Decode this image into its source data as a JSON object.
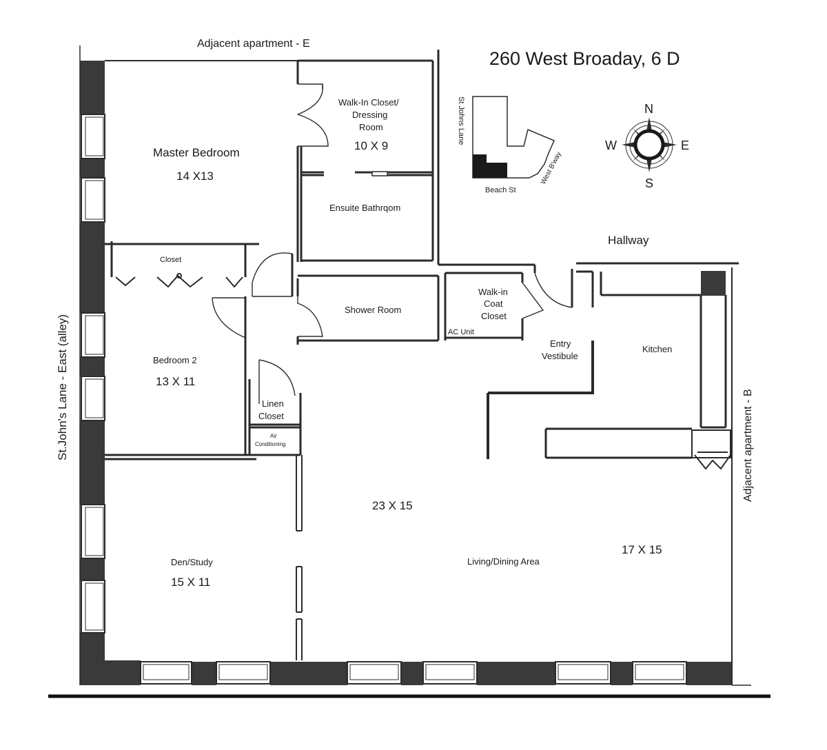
{
  "title": "260 West Broaday, 6 D",
  "adjacent": {
    "north": "Adjacent apartment - E",
    "east": "Adjacent apartment - B"
  },
  "street_west": "St.John's Lane - East (alley)",
  "hallway": "Hallway",
  "compass": {
    "n": "N",
    "s": "S",
    "e": "E",
    "w": "W"
  },
  "key_map": {
    "street_left": "St Johns Lane",
    "street_bottom": "Beach St",
    "street_right": "West B'way"
  },
  "rooms": {
    "master_bedroom": {
      "name": "Master Bedroom",
      "size": "14 X13"
    },
    "walk_in_closet": {
      "line1": "Walk-In Closet/",
      "line2": "Dressing",
      "line3": "Room",
      "size": "10 X 9"
    },
    "ensuite_bathroom": {
      "name": "Ensuite Bathrqom"
    },
    "closet": {
      "name": "Closet"
    },
    "shower_room": {
      "name": "Shower Room"
    },
    "coat_closet": {
      "line1": "Walk-in",
      "line2": "Coat",
      "line3": "Closet"
    },
    "ac_unit": {
      "name": "AC Unit"
    },
    "entry_vestibule": {
      "line1": "Entry",
      "line2": "Vestibule"
    },
    "kitchen": {
      "name": "Kitchen"
    },
    "bedroom2": {
      "name": "Bedroom 2",
      "size": "13 X 11"
    },
    "linen_closet": {
      "line1": "Linen",
      "line2": "Closet"
    },
    "air_conditioning": {
      "line1": "Air",
      "line2": "Conditioning"
    },
    "living_area_size": "23 X 15",
    "living_dining": {
      "name": "Living/Dining Area"
    },
    "dining_size": "17 X 15",
    "den_study": {
      "name": "Den/Study",
      "size": "15 X 11"
    }
  }
}
